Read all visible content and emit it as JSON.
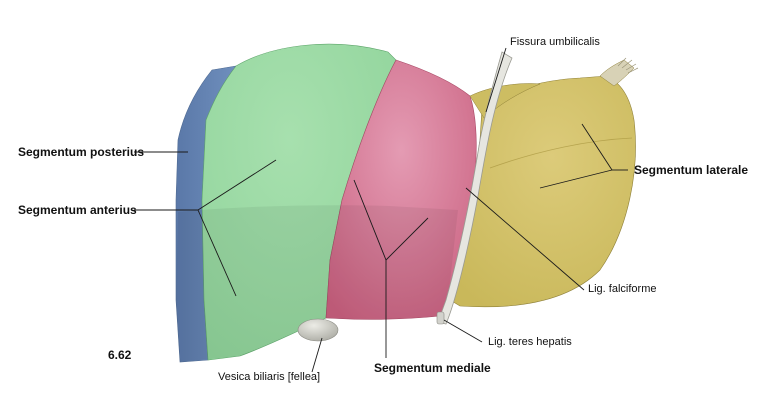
{
  "figure_number": "6.62",
  "labels": {
    "segmentum_posterius": "Segmentum posterius",
    "segmentum_anterius": "Segmentum anterius",
    "segmentum_mediale": "Segmentum mediale",
    "segmentum_laterale": "Segmentum laterale",
    "fissura_umbilicalis": "Fissura umbilicalis",
    "lig_falciforme": "Lig. falciforme",
    "lig_teres_hepatis": "Lig. teres hepatis",
    "vesica_biliaris": "Vesica biliaris [fellea]"
  },
  "colors": {
    "posterior": "#6f8fbd",
    "anterior": "#8fd39a",
    "medial": "#c9607f",
    "lateral": "#c9b85a",
    "ligament": "#e6e6e0",
    "gallbladder": "#bdbdb5"
  }
}
